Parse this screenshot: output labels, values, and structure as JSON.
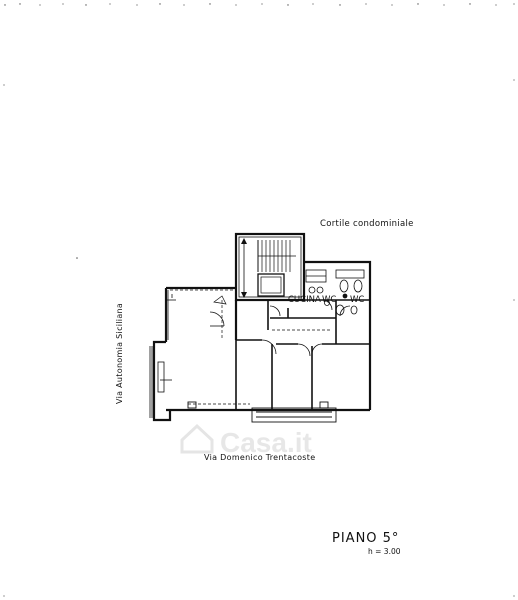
{
  "labels": {
    "courtyard": "Cortile condominiale",
    "street_left": "Via Autonomia Siciliana",
    "street_bottom": "Via Domenico Trentacoste",
    "kitchen": "CUCINA",
    "wc1": "WC",
    "wc2": "WC",
    "floor": "PIANO 5°",
    "height": "h = 3.00"
  },
  "watermark": {
    "text": "Casa.it",
    "icon": "casa-house-icon"
  },
  "colors": {
    "ink": "#111111",
    "watermark": "#d8d8d8"
  }
}
